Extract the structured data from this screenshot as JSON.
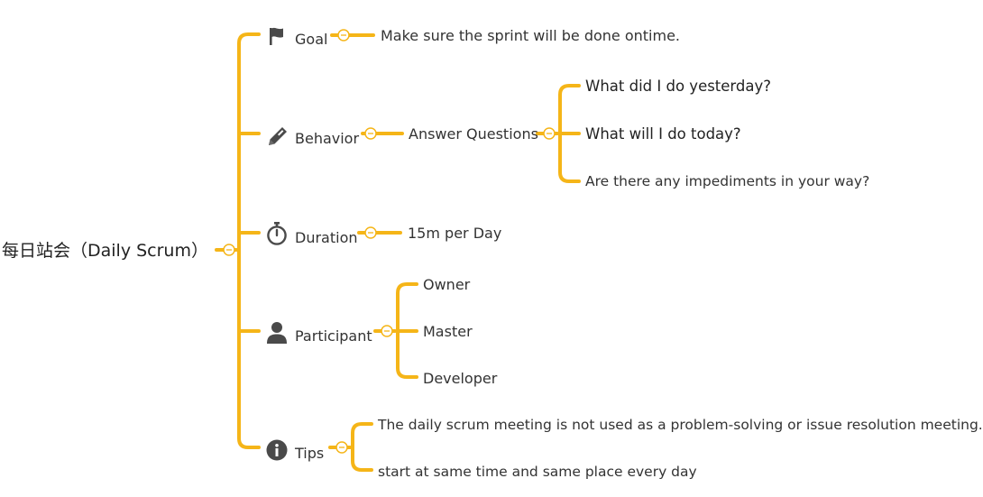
{
  "accent": "#f5b518",
  "collapse_glyph": "⊖",
  "root": {
    "label": "每日站会（Daily Scrum）"
  },
  "branches": {
    "goal": {
      "label": "Goal",
      "icon": "flag-icon",
      "child": "Make sure the sprint will be done ontime."
    },
    "behavior": {
      "label": "Behavior",
      "icon": "pencil-icon",
      "child": "Answer Questions",
      "questions": [
        "What did I do yesterday?",
        "What will I do today?",
        "Are there any impediments in your way?"
      ]
    },
    "duration": {
      "label": "Duration",
      "icon": "stopwatch-icon",
      "child": "15m per Day"
    },
    "participant": {
      "label": "Participant",
      "icon": "person-icon",
      "children": [
        "Owner",
        "Master",
        "Developer"
      ]
    },
    "tips": {
      "label": "Tips",
      "icon": "info-icon",
      "children": [
        "The daily scrum meeting is not used as a problem-solving or issue resolution meeting.",
        "start at same time and same place every day"
      ]
    }
  }
}
